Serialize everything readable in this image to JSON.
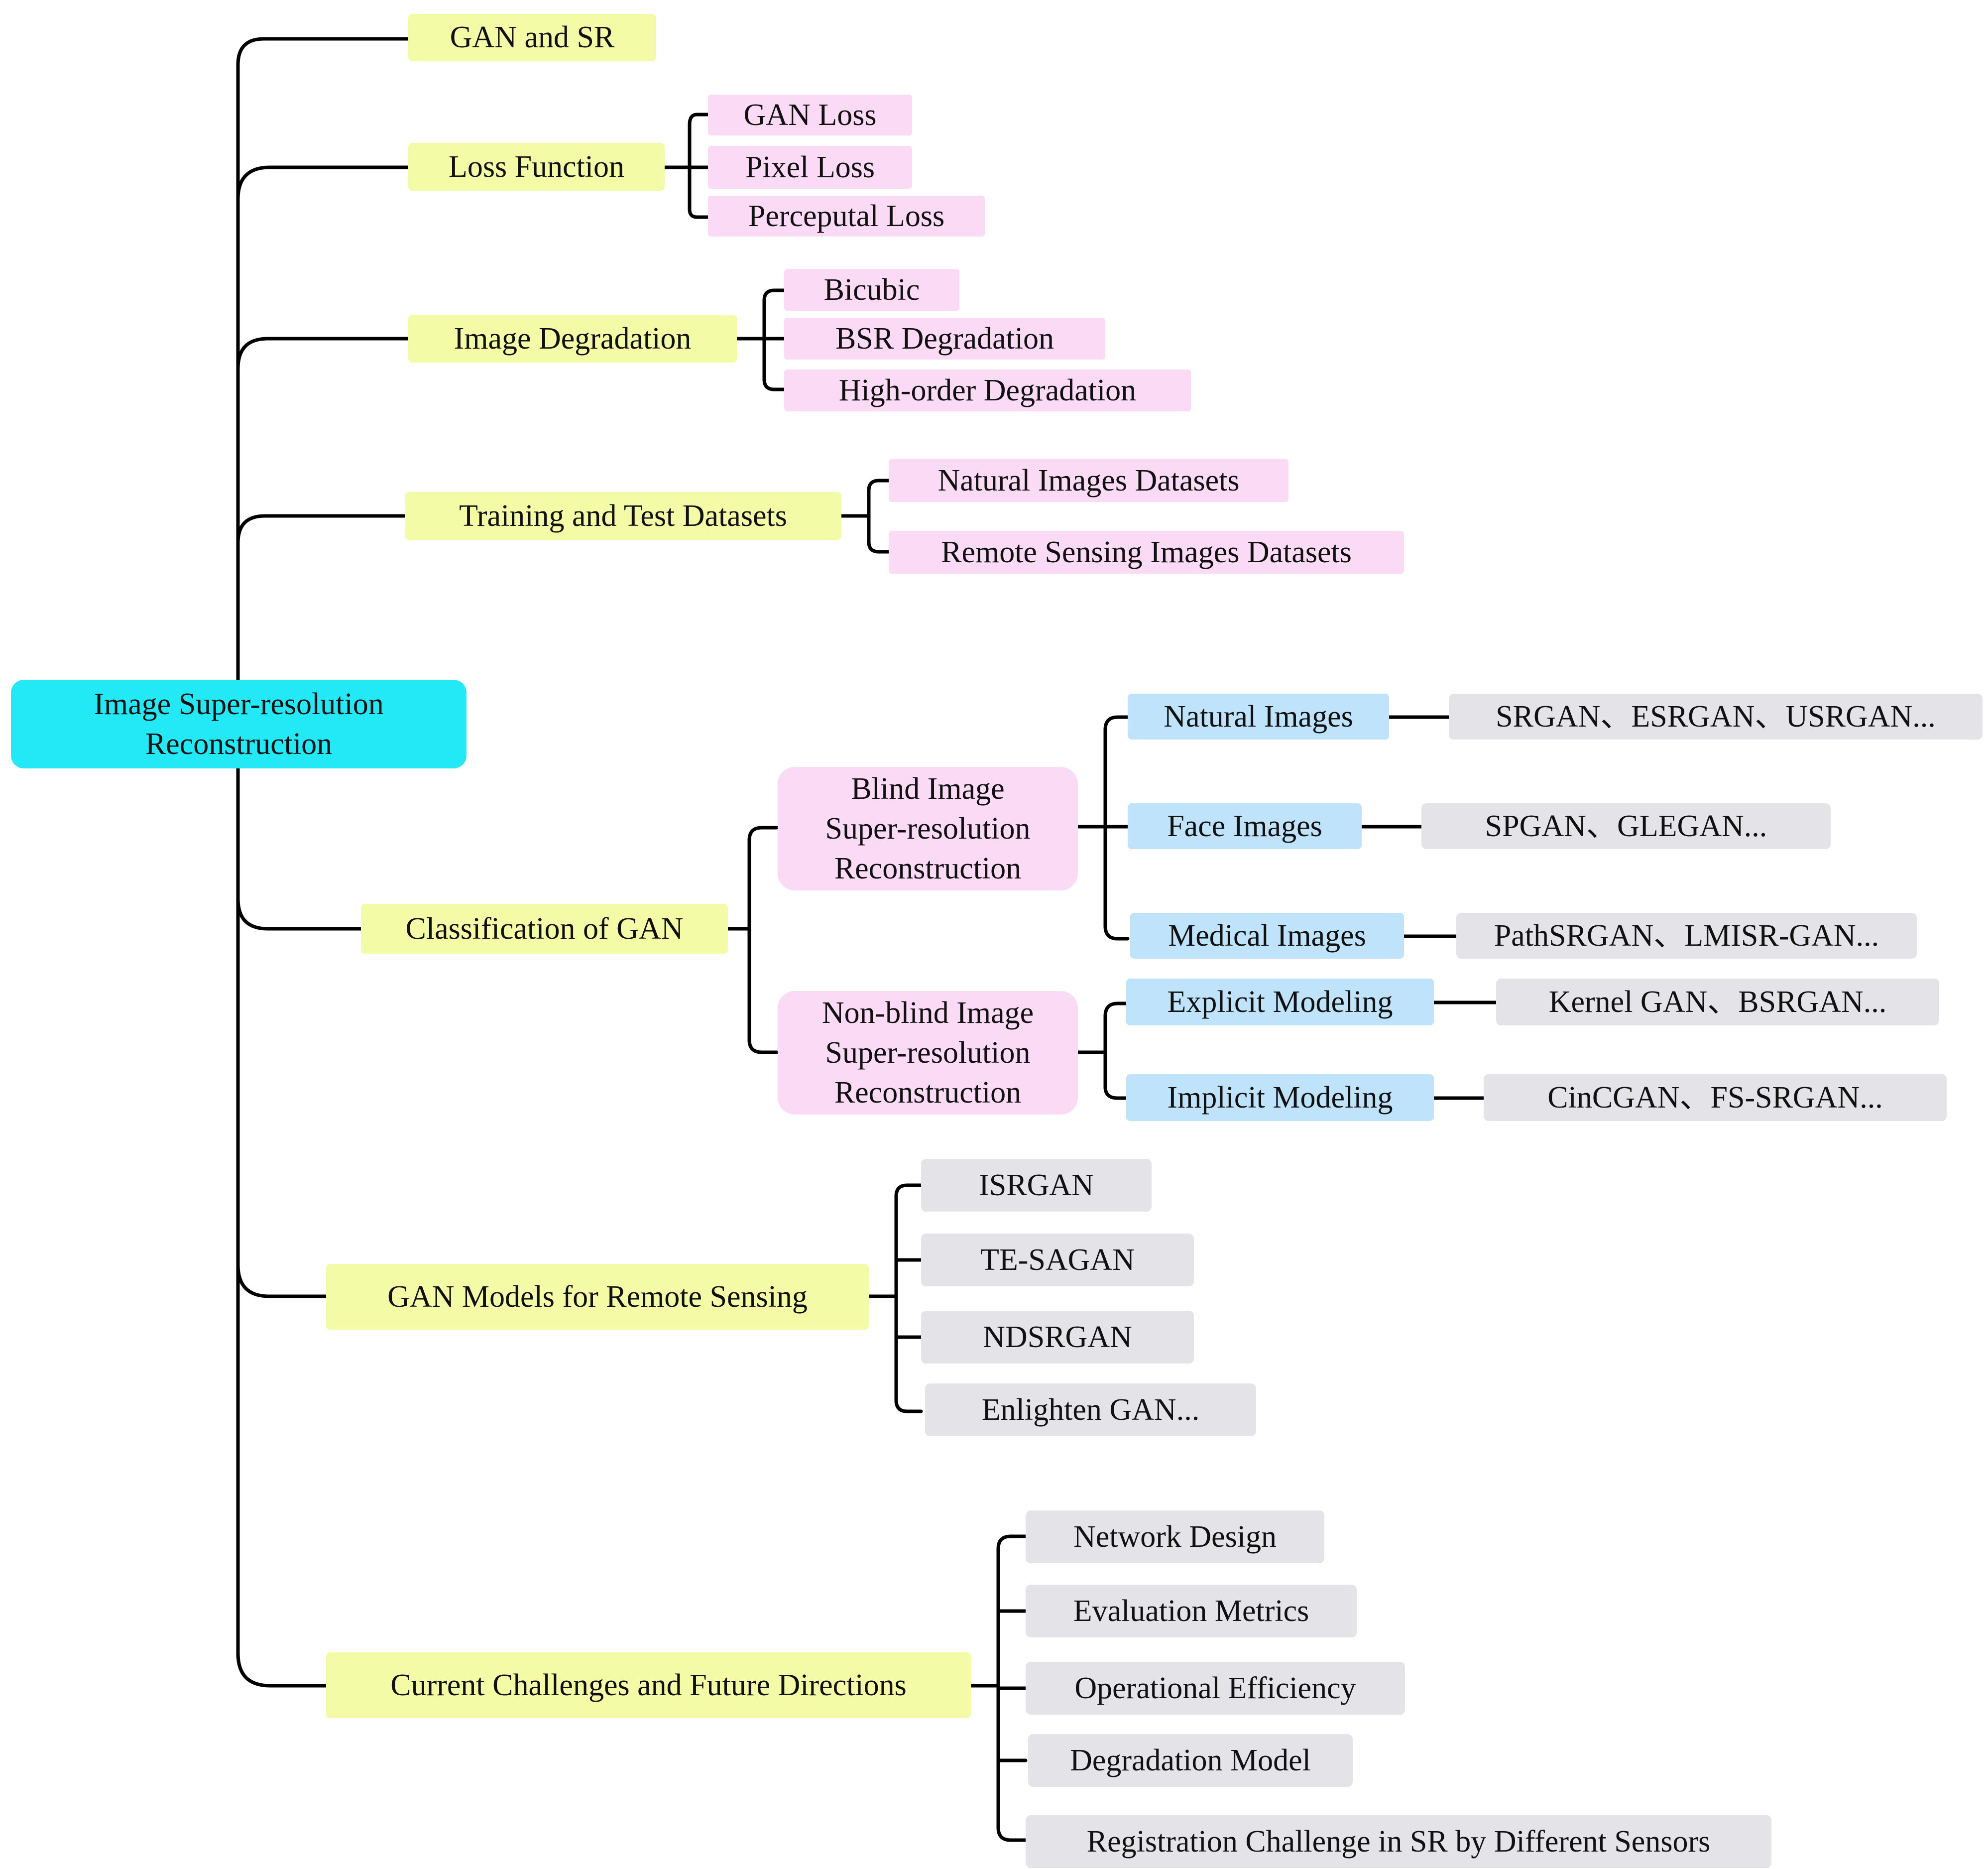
{
  "root": {
    "label": "Image Super-resolution\nReconstruction"
  },
  "gan_sr": {
    "label": "GAN and SR"
  },
  "loss": {
    "label": "Loss Function",
    "items": [
      "GAN Loss",
      "Pixel Loss",
      "Perceputal Loss"
    ]
  },
  "degradation": {
    "label": "Image Degradation",
    "items": [
      "Bicubic",
      "BSR Degradation",
      "High-order Degradation"
    ]
  },
  "datasets": {
    "label": "Training and Test Datasets",
    "items": [
      "Natural Images Datasets",
      "Remote Sensing Images Datasets"
    ]
  },
  "classification": {
    "label": "Classification of GAN",
    "blind": {
      "label": "Blind Image\nSuper-resolution\nReconstruction",
      "natural": {
        "label": "Natural Images",
        "examples": "SRGAN、ESRGAN、USRGAN..."
      },
      "face": {
        "label": "Face Images",
        "examples": "SPGAN、GLEGAN..."
      },
      "medical": {
        "label": "Medical Images",
        "examples": "PathSRGAN、LMISR-GAN..."
      }
    },
    "nonblind": {
      "label": "Non-blind Image\nSuper-resolution\nReconstruction",
      "explicit": {
        "label": "Explicit Modeling",
        "examples": "Kernel GAN、BSRGAN..."
      },
      "implicit": {
        "label": "Implicit Modeling",
        "examples": "CinCGAN、FS-SRGAN..."
      }
    }
  },
  "remote": {
    "label": "GAN Models for Remote Sensing",
    "items": [
      "ISRGAN",
      "TE-SAGAN",
      "NDSRGAN",
      "Enlighten GAN..."
    ]
  },
  "challenges": {
    "label": "Current Challenges and Future Directions",
    "items": [
      "Network Design",
      "Evaluation Metrics",
      "Operational Efficiency",
      "Degradation Model",
      "Registration Challenge in SR by Different Sensors"
    ]
  },
  "colors": {
    "root": "#23e8f5",
    "level1": "#f3fba6",
    "level2": "#fbdaf6",
    "level3": "#bfe3fb",
    "leaf": "#e4e3e8",
    "line": "#000000"
  }
}
